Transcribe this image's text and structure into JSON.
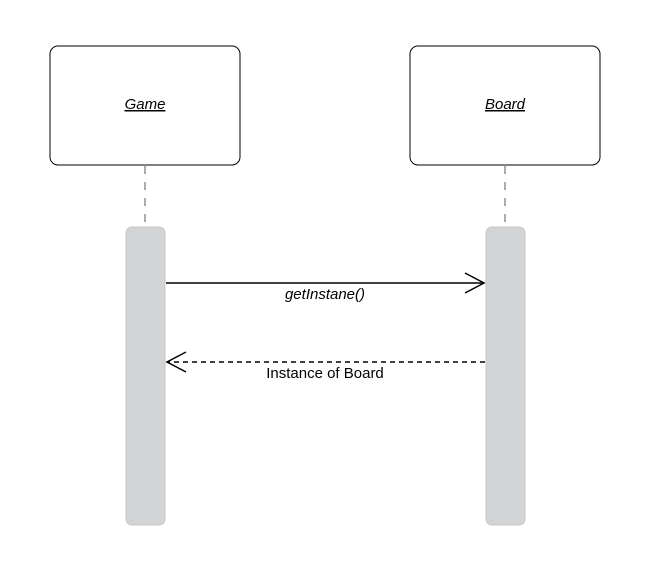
{
  "diagram": {
    "type": "uml-sequence",
    "colors": {
      "stroke": "#000000",
      "lifeline": "#555555",
      "activation_fill": "#d3d4d6",
      "box_fill": "#ffffff"
    },
    "participants": [
      {
        "id": "game",
        "name": "Game"
      },
      {
        "id": "board",
        "name": "Board"
      }
    ],
    "messages": [
      {
        "from": "game",
        "to": "board",
        "label": "getInstane()",
        "style": "solid",
        "label_italic": true
      },
      {
        "from": "board",
        "to": "game",
        "label": "Instance of Board",
        "style": "dashed",
        "label_italic": false
      }
    ]
  }
}
